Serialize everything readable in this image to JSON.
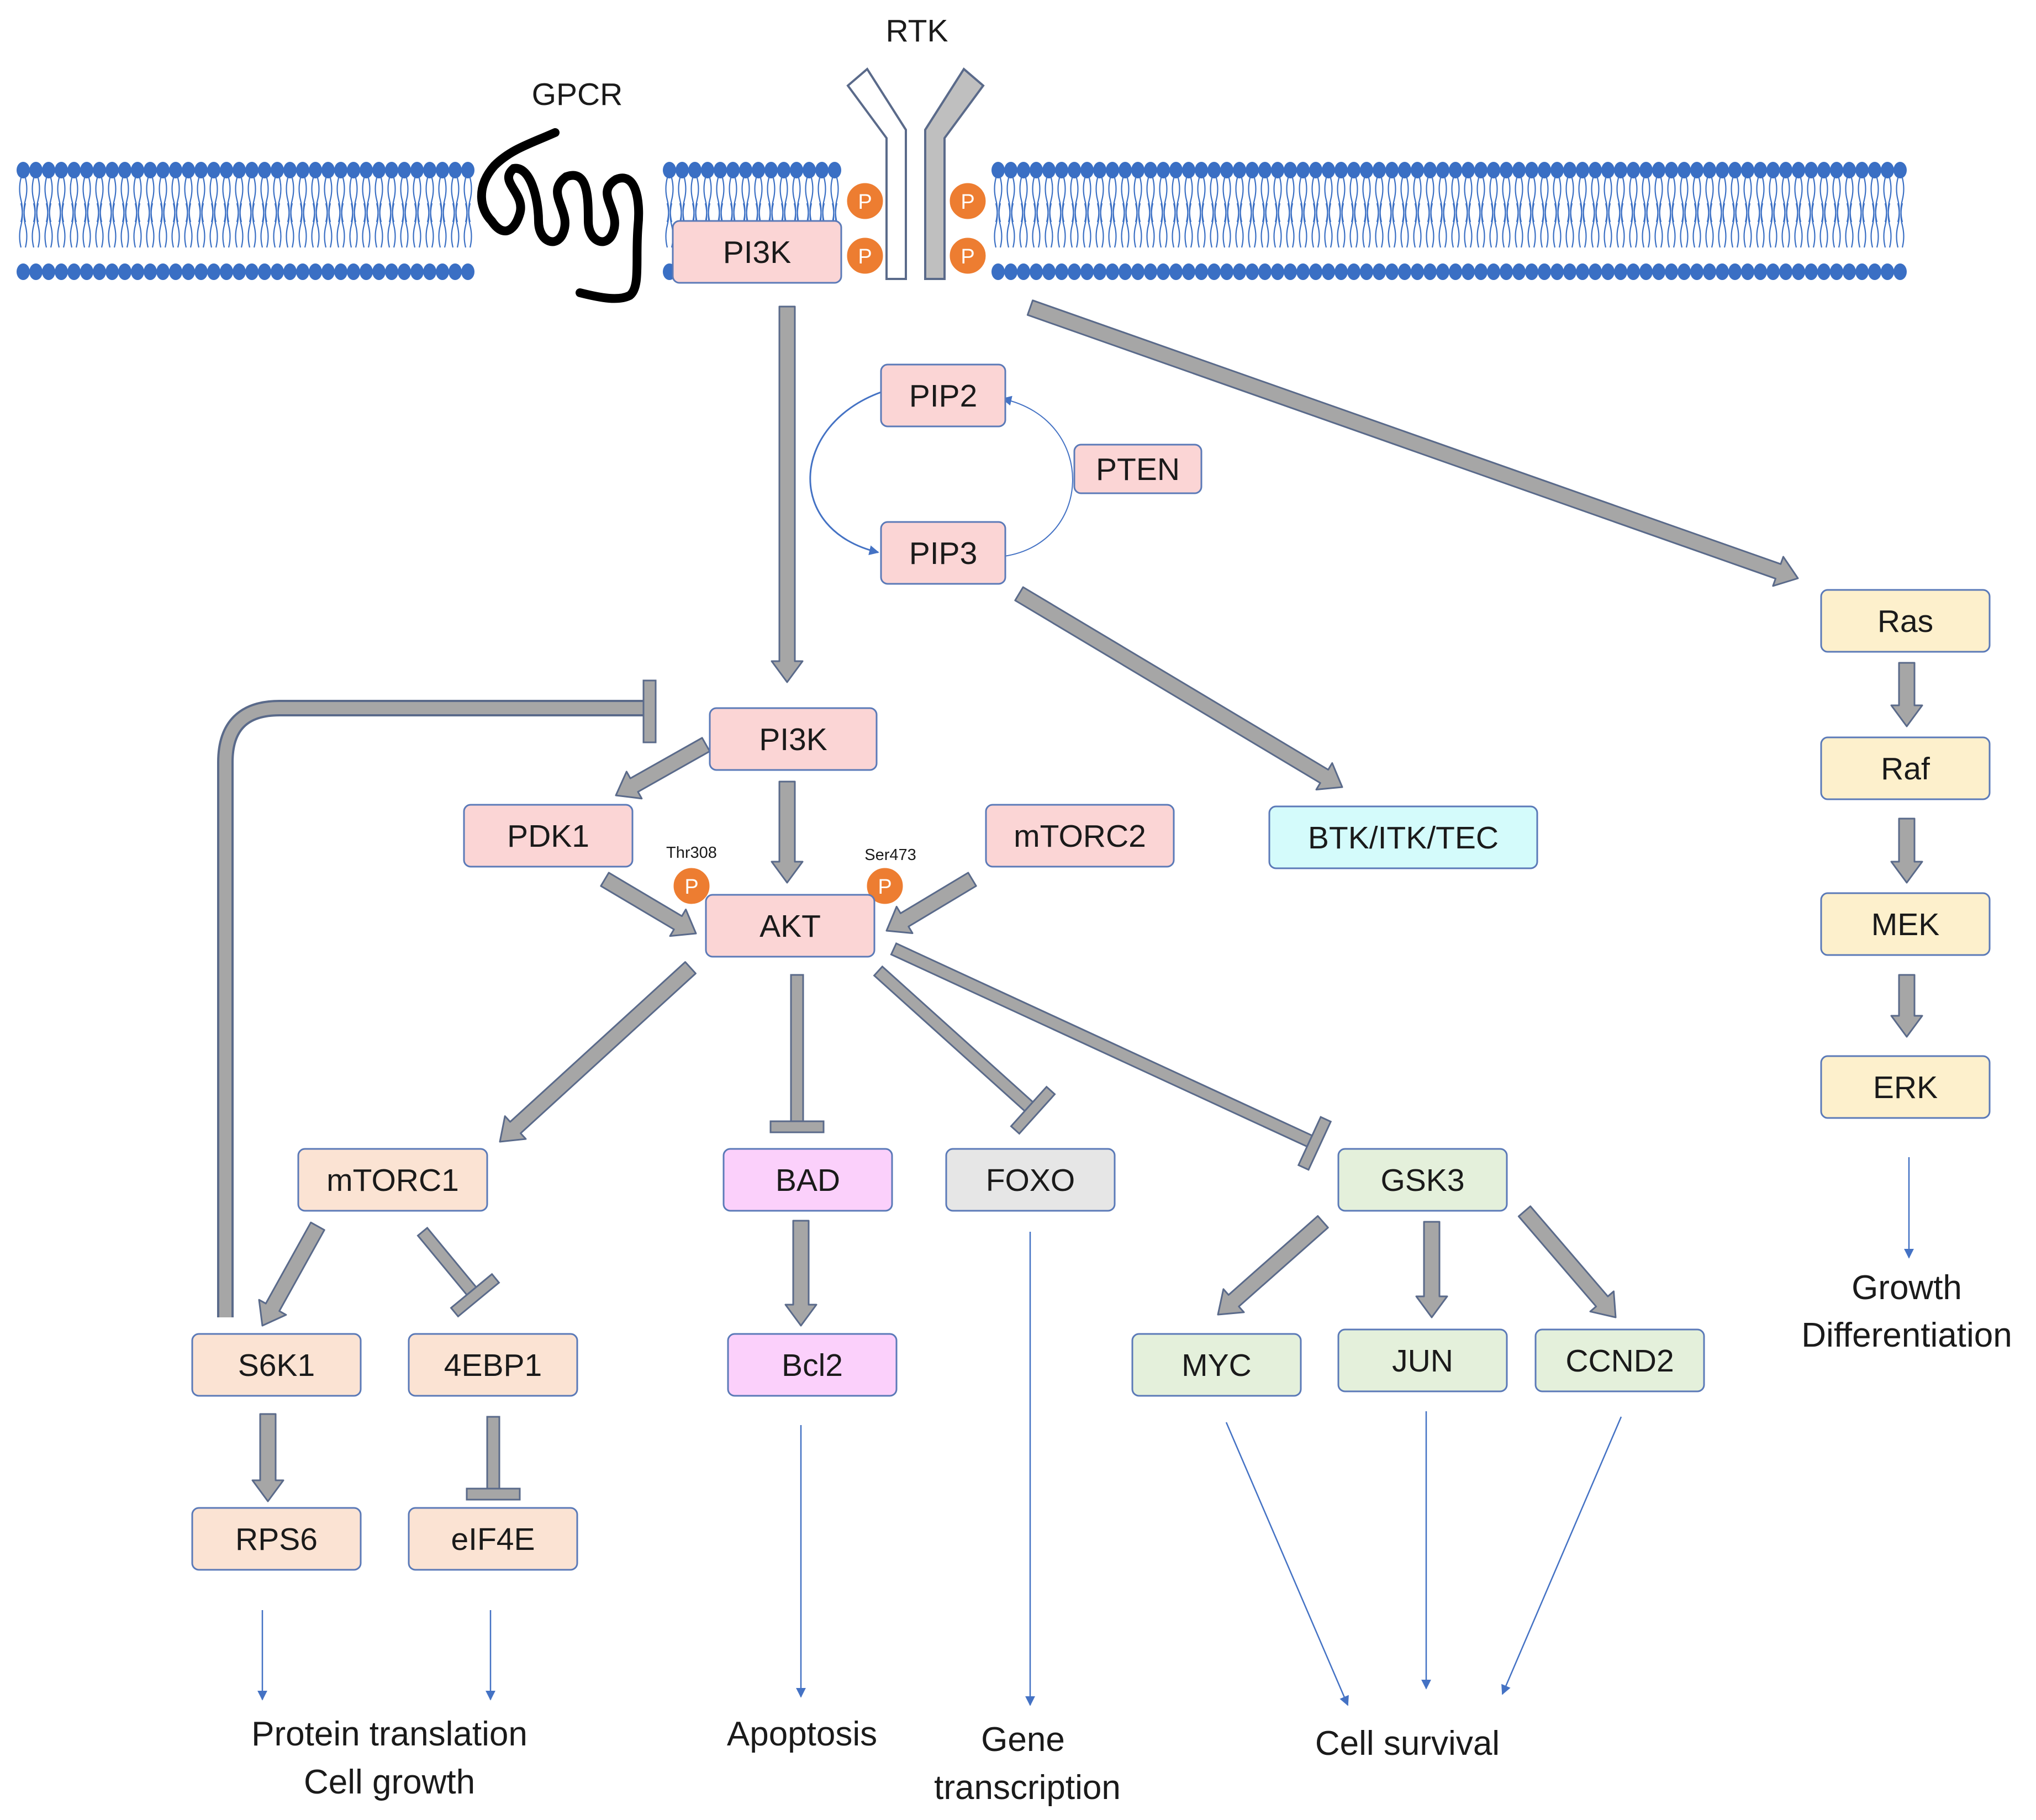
{
  "receptors": {
    "rtk": "RTK",
    "gpcr": "GPCR"
  },
  "phospho_label": "P",
  "sites": {
    "thr308": "Thr308",
    "ser473": "Ser473"
  },
  "nodes": {
    "pi3k_membrane": "PI3K",
    "pip2": "PIP2",
    "pten": "PTEN",
    "pip3": "PIP3",
    "pi3k": "PI3K",
    "pdk1": "PDK1",
    "mtorc2": "mTORC2",
    "akt": "AKT",
    "btk_itk_tec": "BTK/ITK/TEC",
    "ras": "Ras",
    "raf": "Raf",
    "mek": "MEK",
    "erk": "ERK",
    "mtorc1": "mTORC1",
    "bad": "BAD",
    "foxo": "FOXO",
    "gsk3": "GSK3",
    "s6k1": "S6K1",
    "4ebp1": "4EBP1",
    "bcl2": "Bcl2",
    "myc": "MYC",
    "jun": "JUN",
    "ccnd2": "CCND2",
    "rps6": "RPS6",
    "eif4e": "eIF4E"
  },
  "outcomes": {
    "protein_translation": "Protein translation",
    "cell_growth": "Cell growth",
    "apoptosis": "Apoptosis",
    "gene": "Gene",
    "transcription": "transcription",
    "cell_survival": "Cell survival",
    "growth": "Growth",
    "differentiation": "Differentiation"
  },
  "colors": {
    "pink": "#fbd5d5",
    "peach": "#fbe3d3",
    "yellow": "#fdf0cc",
    "cyan": "#d4fbfb",
    "magenta": "#fbd0fb",
    "gray": "#e6e6e6",
    "green": "#e4f0db",
    "node_border": "#5b7ab8",
    "membrane": "#3a6fc4",
    "arrow_fill": "#a6a6a6",
    "arrow_edge": "#5a6a8a",
    "thin_arrow": "#4472c4",
    "phospho": "#ed7d31",
    "rtk_fill": "#bfbfbf"
  }
}
